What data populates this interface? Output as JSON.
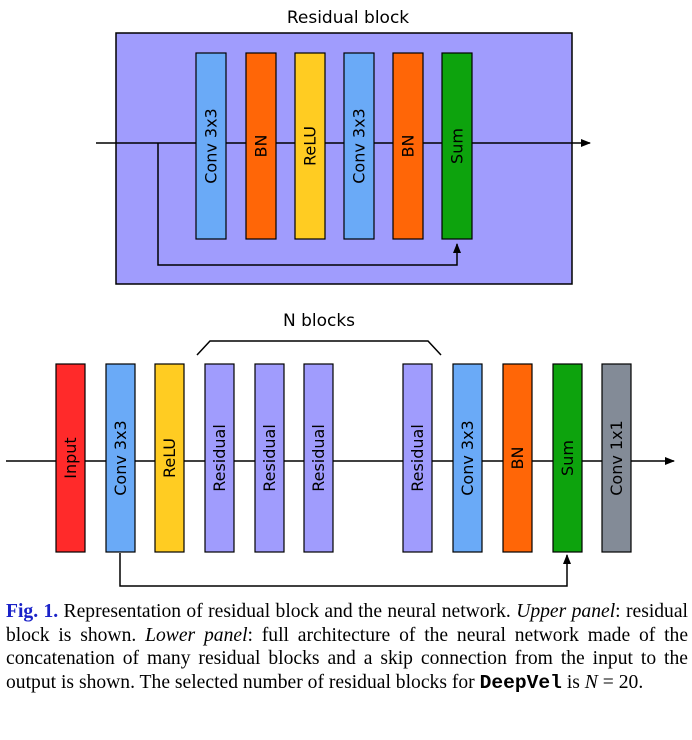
{
  "upper_panel": {
    "title": "Residual block",
    "layers": [
      {
        "label": "Conv 3x3",
        "color": "#6aaaf7"
      },
      {
        "label": "BN",
        "color": "#ff6607"
      },
      {
        "label": "ReLU",
        "color": "#ffcc22"
      },
      {
        "label": "Conv 3x3",
        "color": "#6aaaf7"
      },
      {
        "label": "BN",
        "color": "#ff6607"
      },
      {
        "label": "Sum",
        "color": "#0da30d"
      }
    ],
    "background": "#a09cfd"
  },
  "lower_panel": {
    "group_label": "N blocks",
    "layers": [
      {
        "label": "Input",
        "color": "#ff2a2a"
      },
      {
        "label": "Conv 3x3",
        "color": "#6aaaf7"
      },
      {
        "label": "ReLU",
        "color": "#ffcc22"
      },
      {
        "label": "Residual",
        "color": "#a09cfd"
      },
      {
        "label": "Residual",
        "color": "#a09cfd"
      },
      {
        "label": "Residual",
        "color": "#a09cfd"
      },
      {
        "label": "Residual",
        "color": "#a09cfd"
      },
      {
        "label": "Conv 3x3",
        "color": "#6aaaf7"
      },
      {
        "label": "BN",
        "color": "#ff6607"
      },
      {
        "label": "Sum",
        "color": "#0da30d"
      },
      {
        "label": "Conv 1x1",
        "color": "#838b97"
      }
    ]
  },
  "caption": {
    "fig_label": "Fig. 1.",
    "t1": " Representation of residual block and the neural network. ",
    "upper": "Upper panel",
    "t2": ": residual block is shown. ",
    "lower": "Lower panel",
    "t3": ": full architecture of the neural network made of the concatenation of many residual blocks and a skip connection from the input to the output is shown. The selected number of residual blocks for ",
    "code": "DeepVel",
    "t4": " is ",
    "var": "N",
    "t5": " = 20."
  }
}
